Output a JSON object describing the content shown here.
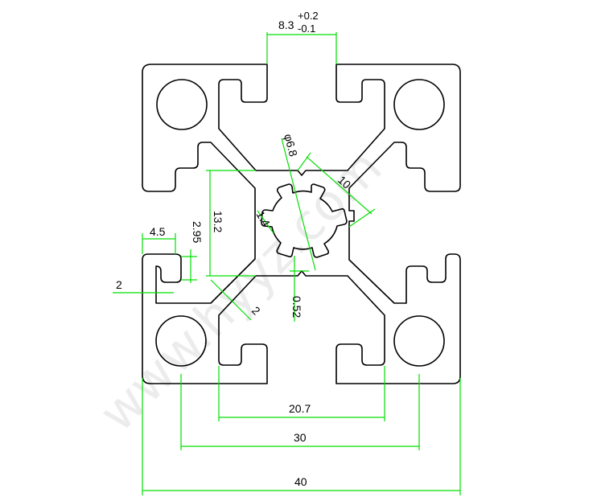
{
  "watermark": "www.hyyz.com",
  "dimensions": {
    "slot_width": "8.3",
    "slot_tol_plus": "+0.2",
    "slot_tol_minus": "-0.1",
    "bore": "φ6.8",
    "diag": "10",
    "height_inner": "13.2",
    "key": "1.4",
    "lip_w": "4.5",
    "lip_h": "2.95",
    "wall": "2",
    "web": "2",
    "gap": "0.52",
    "width_207": "20.7",
    "width_30": "30",
    "width_40": "40"
  },
  "colors": {
    "dimension": "#00e000",
    "outline": "#000000"
  }
}
